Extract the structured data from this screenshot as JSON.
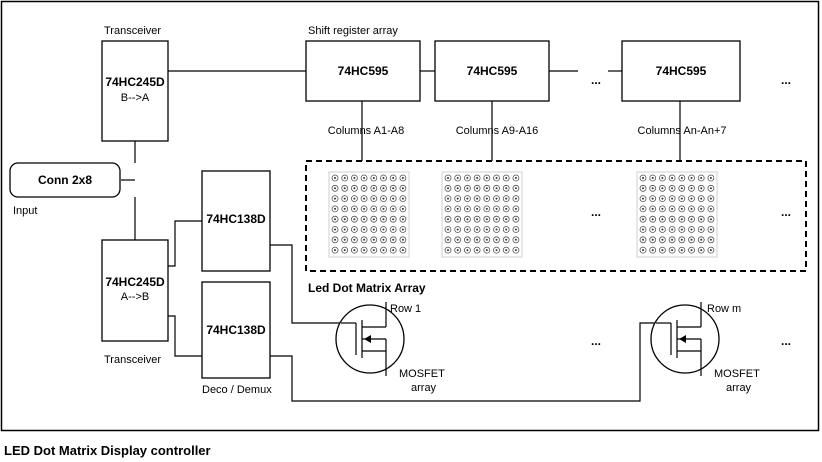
{
  "caption": "LED Dot Matrix Display controller",
  "labels": {
    "transceiver_top": "Transceiver",
    "transceiver_bottom": "Transceiver",
    "shift_register_array": "Shift register array",
    "input": "Input",
    "led_array": "Led Dot Matrix Array",
    "deco_demux": "Deco / Demux",
    "columns_1": "Columns A1-A8",
    "columns_2": "Columns A9-A16",
    "columns_3": "Columns An-An+7",
    "row_1": "Row 1",
    "row_m": "Row m",
    "mosfet_1": "MOSFET",
    "mosfet_1_sub": "array",
    "mosfet_2": "MOSFET",
    "mosfet_2_sub": "array",
    "ellipsis": "..."
  },
  "blocks": {
    "transceiver_top_name": "74HC245D",
    "transceiver_top_dir": "B-->A",
    "transceiver_bottom_name": "74HC245D",
    "transceiver_bottom_dir": "A-->B",
    "connector": "Conn 2x8",
    "shift_1": "74HC595",
    "shift_2": "74HC595",
    "shift_3": "74HC595",
    "decoder_1": "74HC138D",
    "decoder_2": "74HC138D"
  }
}
